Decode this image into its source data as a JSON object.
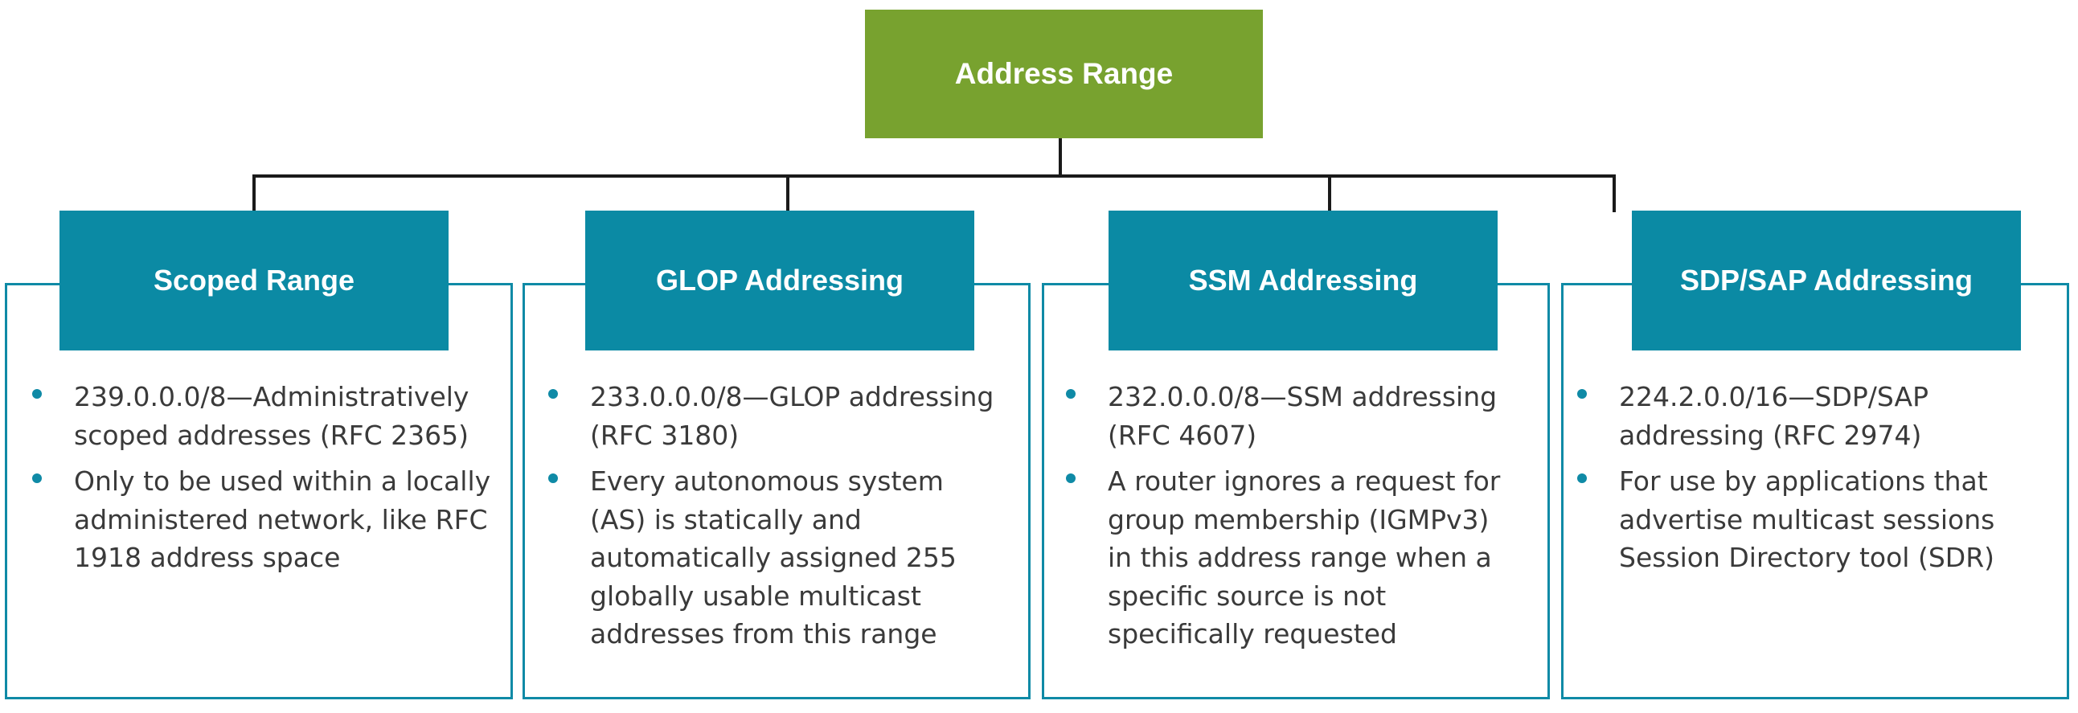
{
  "root": {
    "label": "Address Range"
  },
  "colors": {
    "root": "#78a22f",
    "header": "#0b8aa4",
    "border": "#0f8aa6",
    "text": "#3a3a3a"
  },
  "ranges": [
    {
      "title": "Scoped Range",
      "bullets": [
        "239.0.0.0/8—Administratively scoped addresses (RFC 2365)",
        "Only to be used within a locally administered network, like RFC 1918 address space"
      ]
    },
    {
      "title": "GLOP Addressing",
      "bullets": [
        "233.0.0.0/8—GLOP addressing (RFC 3180)",
        "Every autonomous system (AS) is statically and automatically assigned 255 globally usable multicast addresses from this range"
      ]
    },
    {
      "title": "SSM Addressing",
      "bullets": [
        "232.0.0.0/8—SSM addressing (RFC 4607)",
        "A router ignores a request for group membership (IGMPv3) in this address range when a specific source is not specifically requested"
      ]
    },
    {
      "title": "SDP/SAP Addressing",
      "bullets": [
        "224.2.0.0/16—SDP/SAP addressing (RFC 2974)",
        "For use by applications that advertise multicast sessions Session Directory tool (SDR)"
      ]
    }
  ]
}
